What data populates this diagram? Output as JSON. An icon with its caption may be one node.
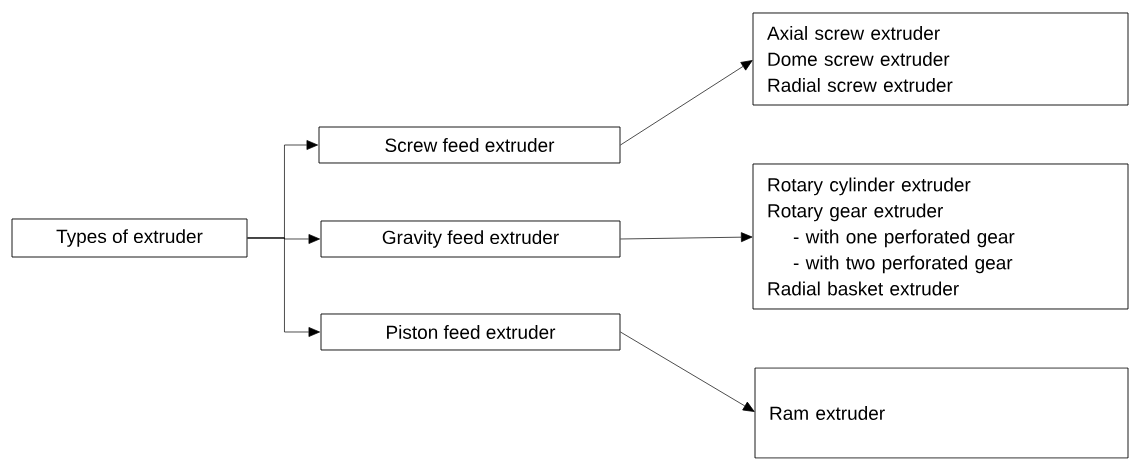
{
  "diagram": {
    "nodes": [
      {
        "text": [
          "Types of extruder"
        ]
      },
      {
        "text": [
          "Screw feed extruder"
        ]
      },
      {
        "text": [
          "Gravity feed extruder"
        ]
      },
      {
        "text": [
          "Piston feed extruder"
        ]
      },
      {
        "text": [
          "Axial screw extruder",
          "Dome screw extruder",
          "Radial screw extruder"
        ]
      },
      {
        "text": [
          "Rotary cylinder extruder",
          "Rotary gear extruder",
          "- with one perforated gear",
          "- with two perforated gear",
          "Radial basket extruder"
        ]
      },
      {
        "text": [
          "Ram extruder"
        ]
      }
    ],
    "edges": [
      {
        "from": 0,
        "to": 1,
        "arrow": "to"
      },
      {
        "from": 0,
        "to": 2,
        "arrow": "to"
      },
      {
        "from": 0,
        "to": 3,
        "arrow": "to"
      },
      {
        "from": 1,
        "to": 4,
        "arrow": "to"
      },
      {
        "from": 2,
        "to": 5,
        "arrow": "to"
      },
      {
        "from": 3,
        "to": 6,
        "arrow": "to"
      }
    ]
  }
}
